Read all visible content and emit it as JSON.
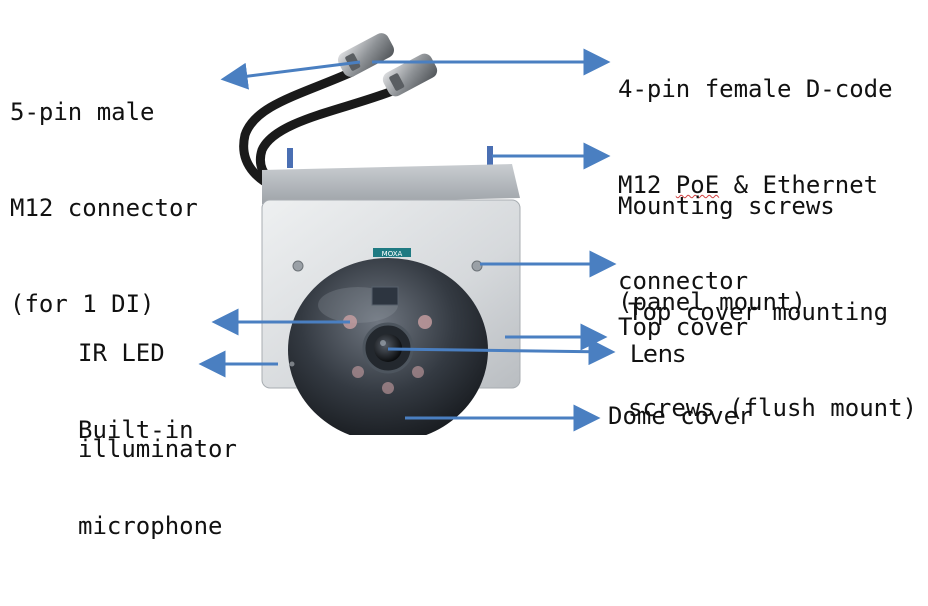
{
  "labels": {
    "five_pin": [
      "5-pin male",
      "M12 connector",
      "(for 1 DI)"
    ],
    "four_pin": [
      "4-pin female D-code",
      "M12 PoE & Ethernet",
      "connector"
    ],
    "four_pin_line2_parts": [
      "M12 ",
      "PoE",
      " & Ethernet"
    ],
    "mounting_screws": [
      "Mounting screws",
      "(panel mount)"
    ],
    "top_cover_screws": [
      "Top cover mounting",
      "screws (flush mount)"
    ],
    "ir_led": [
      "IR LED",
      "illuminator"
    ],
    "top_cover": "Top cover",
    "lens": "Lens",
    "microphone": [
      "Built-in",
      "microphone"
    ],
    "dome_cover": "Dome cover",
    "brand": "MOXA"
  },
  "colors": {
    "arrow": "#4a7fc1",
    "text": "#111111",
    "housing": "#d9dcde",
    "cable": "#1a1a1a"
  }
}
